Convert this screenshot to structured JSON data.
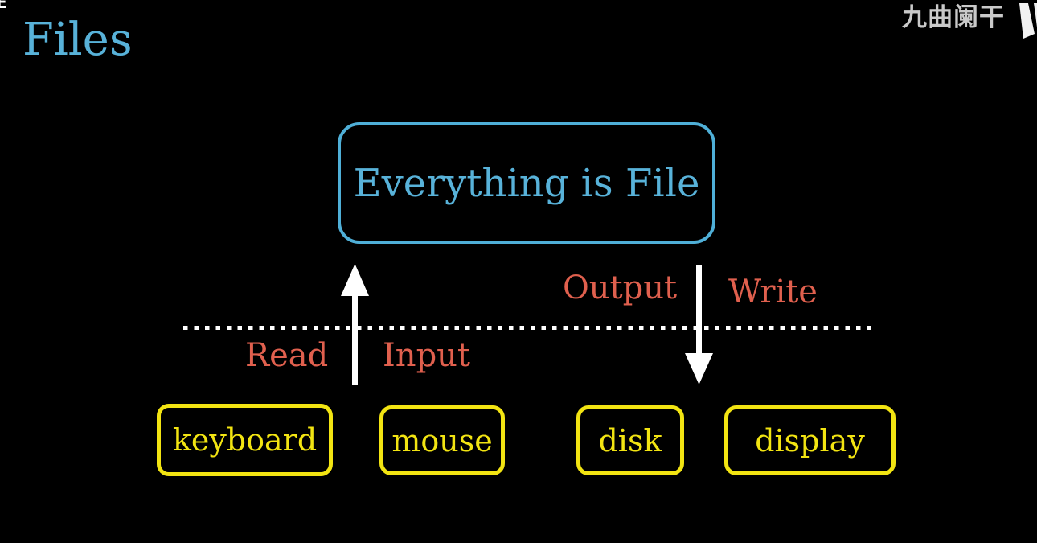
{
  "header": {
    "title": "Files",
    "corner_fragment": "E"
  },
  "watermark": {
    "brand": "九曲阑干",
    "logo": "white-angled-mark"
  },
  "diagram": {
    "main_box": {
      "label": "Everything is File"
    },
    "boundary": {
      "style": "white dotted horizontal line separating file layer from devices"
    },
    "arrows": [
      {
        "name": "up-arrow",
        "direction": "up",
        "meaning": "devices to Everything-is-File (Read / Input)"
      },
      {
        "name": "down-arrow",
        "direction": "down",
        "meaning": "Everything-is-File to devices (Output / Write)"
      }
    ],
    "labels": {
      "read": "Read",
      "input": "Input",
      "output": "Output",
      "write": "Write"
    },
    "devices": [
      {
        "label": "keyboard"
      },
      {
        "label": "mouse"
      },
      {
        "label": "disk"
      },
      {
        "label": "display"
      }
    ],
    "colors": {
      "background": "#000000",
      "accent_blue": "#58b2d9",
      "box_border_blue": "#4fafd7",
      "accent_red": "#e0604e",
      "accent_yellow": "#f2e412",
      "line_white": "#ffffff",
      "watermark_gray": "#c9c9c9"
    }
  }
}
